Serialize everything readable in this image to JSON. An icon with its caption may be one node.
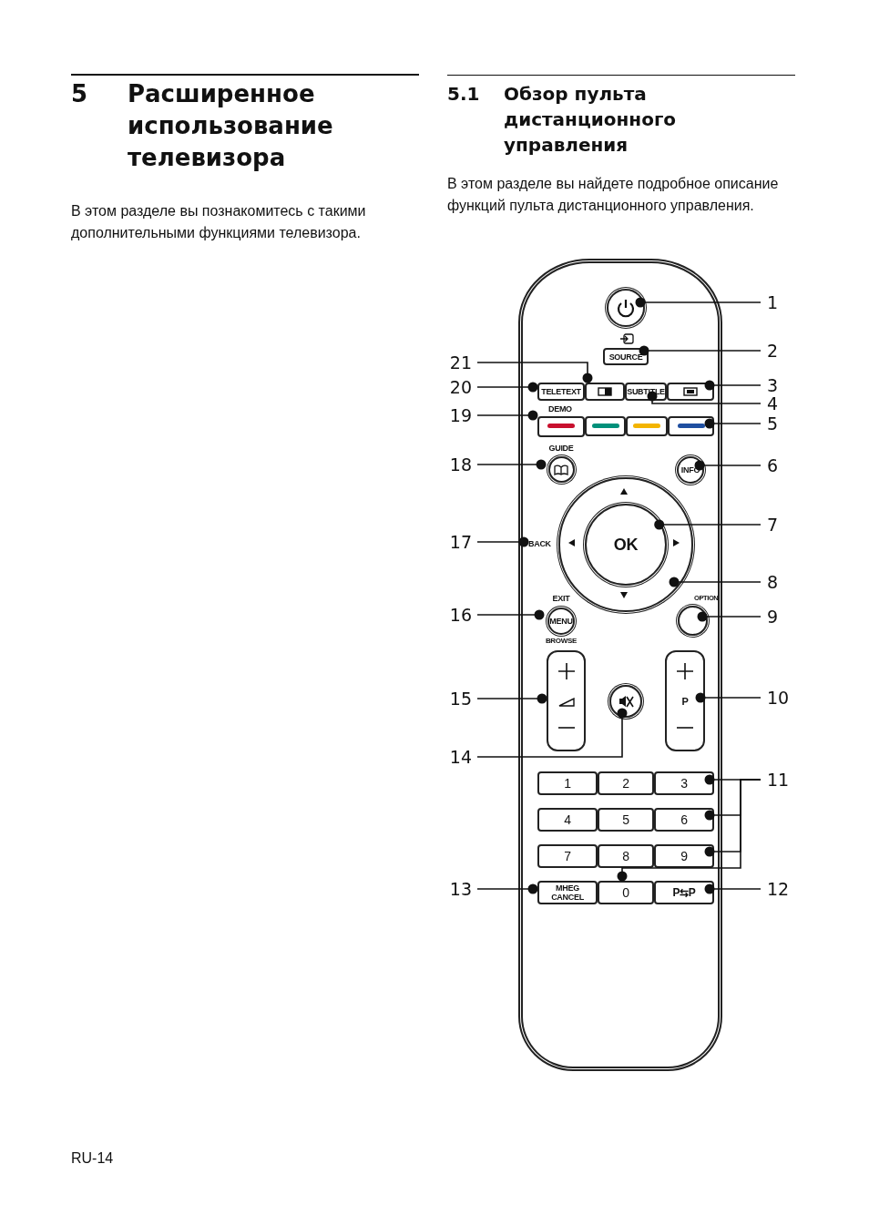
{
  "diagram": {
    "nodes": [
      {
        "text": [],
        "shape": "box"
      },
      {
        "text": [],
        "shape": "circle",
        "in": 0
      },
      {
        "text": [
          "1"
        ]
      },
      {
        "text": [
          "SOURCE"
        ],
        "in": 0
      },
      {
        "text": [
          "2"
        ]
      },
      {
        "text": [
          "21"
        ]
      },
      {
        "text": [
          "20"
        ]
      },
      {
        "text": [
          "TELETEXT"
        ],
        "in": 0
      },
      {
        "text": [],
        "shape": "box",
        "in": 0
      },
      {
        "text": [
          "SUBTITLE"
        ],
        "in": 0
      },
      {
        "text": [],
        "shape": "box",
        "in": 0
      },
      {
        "text": [
          "3"
        ]
      },
      {
        "text": [
          "4"
        ]
      },
      {
        "text": [
          "19"
        ]
      },
      {
        "text": [
          "DEMO"
        ],
        "in": 0
      },
      {
        "text": [],
        "shape": "box",
        "in": 0
      },
      {
        "text": [],
        "shape": "box",
        "in": 0
      },
      {
        "text": [],
        "shape": "box",
        "in": 0
      },
      {
        "text": [
          "5"
        ]
      },
      {
        "text": [
          "18"
        ]
      },
      {
        "text": [
          "GUIDE"
        ],
        "in": 0
      },
      {
        "text": [
          "INFO"
        ],
        "in": 0
      },
      {
        "text": [
          "6"
        ]
      },
      {
        "text": [],
        "shape": "circle",
        "in": 0
      },
      {
        "text": [
          "OK"
        ],
        "in": 23
      },
      {
        "text": [
          "7"
        ]
      },
      {
        "text": [
          "17"
        ]
      },
      {
        "text": [
          "BACK"
        ],
        "in": 0
      },
      {
        "text": [
          "8"
        ]
      },
      {
        "text": [
          "16"
        ]
      },
      {
        "text": [
          "EXIT",
          "MENU",
          "BROWSE"
        ],
        "in": 0
      },
      {
        "text": [
          "OPTION"
        ],
        "in": 0
      },
      {
        "text": [
          "9"
        ]
      },
      {
        "text": [
          "15"
        ]
      },
      {
        "text": [],
        "shape": "box",
        "in": 0
      },
      {
        "text": [],
        "shape": "circle",
        "in": 0
      },
      {
        "text": [
          "P"
        ],
        "in": 0
      },
      {
        "text": [
          "10"
        ]
      },
      {
        "text": [
          "14"
        ]
      },
      {
        "text": [
          "1"
        ],
        "in": 0
      },
      {
        "text": [
          "2"
        ],
        "in": 0
      },
      {
        "text": [
          "3"
        ],
        "in": 0
      },
      {
        "text": [
          "4"
        ],
        "in": 0
      },
      {
        "text": [
          "5"
        ],
        "in": 0
      },
      {
        "text": [
          "6"
        ],
        "in": 0
      },
      {
        "text": [
          "7"
        ],
        "in": 0
      },
      {
        "text": [
          "8"
        ],
        "in": 0
      },
      {
        "text": [
          "9"
        ],
        "in": 0
      },
      {
        "text": [
          "11"
        ]
      },
      {
        "text": [
          "MHEG CANCEL"
        ],
        "in": 0
      },
      {
        "text": [
          "0"
        ],
        "in": 0
      },
      {
        "text": [
          "P⇆P"
        ],
        "in": 0
      },
      {
        "text": [
          "12"
        ]
      },
      {
        "text": [
          "13"
        ]
      }
    ],
    "edges": [
      {
        "from": 2,
        "to": 1,
        "arrow": "other"
      },
      {
        "from": 4,
        "to": 3,
        "arrow": "other"
      },
      {
        "from": 5,
        "to": 8,
        "arrow": "other"
      },
      {
        "from": 6,
        "to": 7,
        "arrow": "other"
      },
      {
        "from": 11,
        "to": 10,
        "arrow": "other"
      },
      {
        "from": 12,
        "to": 9,
        "arrow": "other"
      },
      {
        "from": 13,
        "to": 14,
        "arrow": "other"
      },
      {
        "from": 18,
        "to": 17,
        "arrow": "other"
      },
      {
        "from": 19,
        "to": 20,
        "arrow": "other"
      },
      {
        "from": 22,
        "to": 21,
        "arrow": "other"
      },
      {
        "from": 25,
        "to": 24,
        "arrow": "other"
      },
      {
        "from": 26,
        "to": 27,
        "arrow": "other"
      },
      {
        "from": 28,
        "to": 23,
        "arrow": "other"
      },
      {
        "from": 29,
        "to": 30,
        "arrow": "other"
      },
      {
        "from": 32,
        "to": 31,
        "arrow": "other"
      },
      {
        "from": 33,
        "to": 34,
        "arrow": "other"
      },
      {
        "from": 37,
        "to": 36,
        "arrow": "other"
      },
      {
        "from": 38,
        "to": 35,
        "arrow": "other"
      },
      {
        "from": 48,
        "to": 41,
        "arrow": "other"
      },
      {
        "from": 48,
        "to": 44,
        "arrow": "other"
      },
      {
        "from": 48,
        "to": 47,
        "arrow": "other"
      },
      {
        "from": 48,
        "to": 50,
        "arrow": "other"
      },
      {
        "from": 52,
        "to": 51,
        "arrow": "other"
      },
      {
        "from": 53,
        "to": 49,
        "arrow": "other"
      }
    ],
    "labels": [
      "5",
      "Расширенное использование телевизора",
      "В этом разделе вы познакомитесь с такими дополнительными функциями телевизора.",
      "5.1",
      "Обзор пульта дистанционного управления",
      "В этом разделе вы найдете подробное описание функций пульта дистанционного управления.",
      "RU-14"
    ]
  }
}
